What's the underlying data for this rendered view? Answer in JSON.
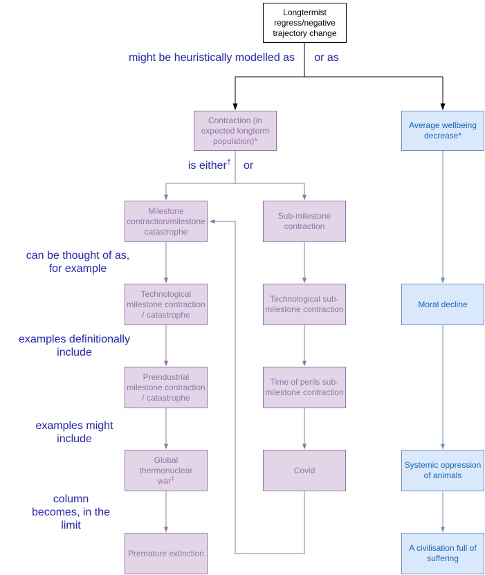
{
  "colors": {
    "purple_fill": "#e1d5e7",
    "purple_stroke": "#9673a6",
    "purple_text": "#9673a6",
    "blue_fill": "#dae8fc",
    "blue_stroke": "#6c8ebf",
    "blue_text": "#1565c0",
    "label_blue": "#2222cc",
    "root_stroke": "#000000"
  },
  "nodes": {
    "root": {
      "label": "Longtermist\nregress/negative\ntrajectory change"
    },
    "contraction": {
      "label": "Contraction (in\nexpected longterm\npopulation)*"
    },
    "avg_wellbeing": {
      "label": "Average wellbeing\ndecrease*"
    },
    "milestone": {
      "label": "Milestone\ncontraction/milestone\ncatastrophe"
    },
    "submilestone": {
      "label": "Sub-milestone\ncontraction"
    },
    "tech_milestone": {
      "label": "Technological\nmilestone contraction\n/ catastrophe"
    },
    "tech_submilestone": {
      "label": "Technological sub-\nmilestone contraction"
    },
    "moral_decline": {
      "label": "Moral decline"
    },
    "preindustrial": {
      "label": "Preindustrial\nmilestone contraction\n/ catastrophe"
    },
    "time_of_perils": {
      "label": "Time of perils sub-\nmilestone contraction"
    },
    "war": {
      "label": "Global thermonuclear\nwar",
      "sup": "‡"
    },
    "covid": {
      "label": "Covid"
    },
    "oppression": {
      "label": "Systemic oppression\nof animals"
    },
    "extinction": {
      "label": "Premature extinction"
    },
    "civilisation": {
      "label": "A civilisation full of\nsuffering"
    }
  },
  "edge_labels": {
    "modelled_as": "might be heuristically modelled as",
    "or_as": "or as",
    "is_either": "is either",
    "is_either_sup": "†",
    "or": "or"
  },
  "row_labels": [
    {
      "text": "can be thought of as,\nfor example"
    },
    {
      "text": "examples definitionally\ninclude"
    },
    {
      "text": "examples might\ninclude"
    },
    {
      "text": "column\nbecomes, in the\nlimit"
    }
  ]
}
